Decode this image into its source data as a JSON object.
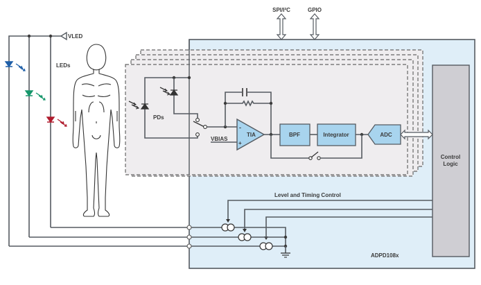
{
  "diagram": {
    "title": "ADPD108x optical measurement block diagram",
    "labels": {
      "spi": "SPI/I²C",
      "gpio": "GPIO",
      "vled": "VLED",
      "leds": "LEDs",
      "pds": "PDs",
      "vbias": "VBIAS",
      "tia": "TIA",
      "tia_minus": "-",
      "tia_plus": "+",
      "bpf": "BPF",
      "integrator": "Integrator",
      "adc": "ADC",
      "control_logic_1": "Control",
      "control_logic_2": "Logic",
      "level_timing": "Level and Timing Control",
      "chip": "ADPD108x"
    },
    "leds": [
      {
        "name": "blue-led",
        "color": "#1f5fa8"
      },
      {
        "name": "green-led",
        "color": "#16966b"
      },
      {
        "name": "red-led",
        "color": "#b01c2e"
      }
    ],
    "colors": {
      "chip_fill": "#dfeef8",
      "block_fill": "#a8d4ee",
      "channel_fill": "#efedef",
      "control_fill": "#cfced3",
      "wire": "#555a60"
    }
  }
}
